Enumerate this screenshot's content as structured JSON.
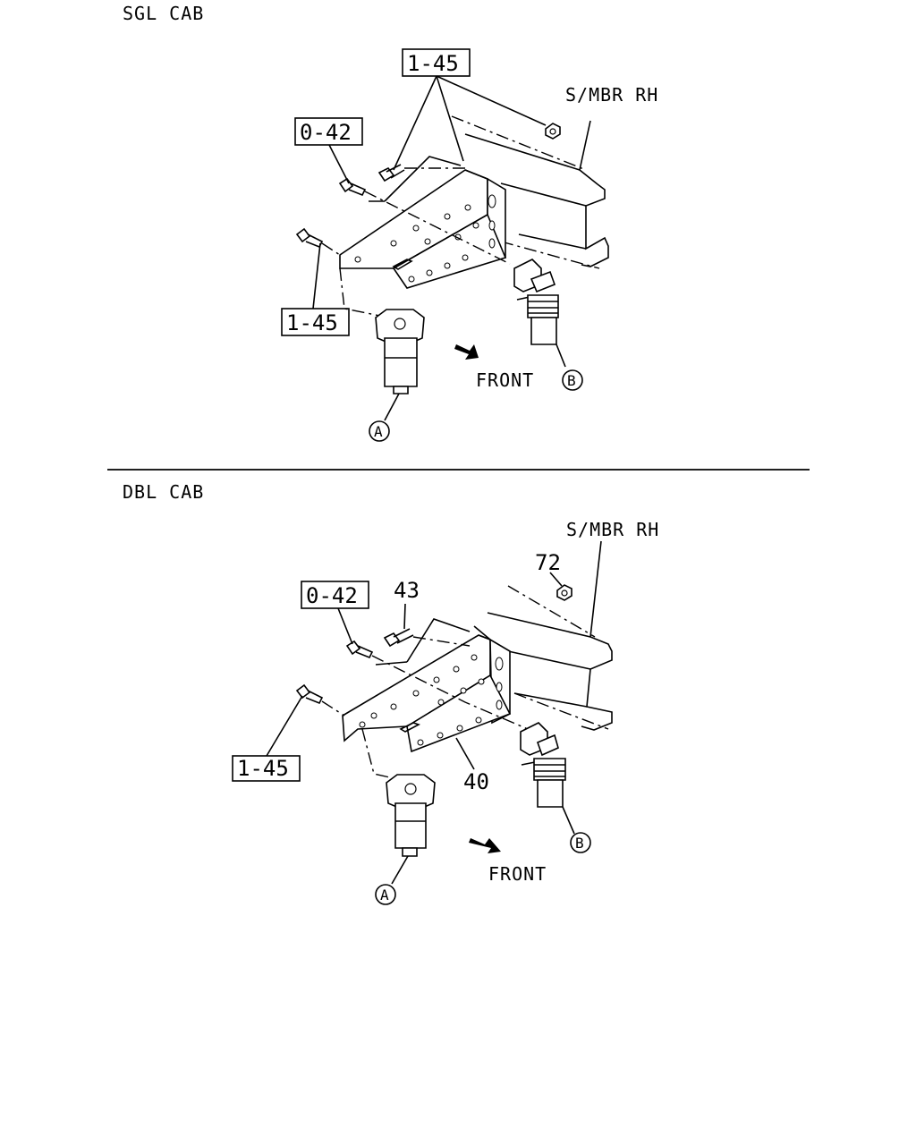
{
  "sgl": {
    "title": "SGL CAB",
    "member_label": "S/MBR RH",
    "ref_top": "1-45",
    "ref_left_upper": "0-42",
    "ref_left_lower": "1-45",
    "front": "FRONT",
    "callout_a": "A",
    "callout_b": "B"
  },
  "dbl": {
    "title": "DBL CAB",
    "member_label": "S/MBR RH",
    "ref_left_upper": "0-42",
    "ref_left_lower": "1-45",
    "part_nut": "72",
    "part_bolt": "43",
    "part_bracket": "40",
    "front": "FRONT",
    "callout_a": "A",
    "callout_b": "B"
  }
}
